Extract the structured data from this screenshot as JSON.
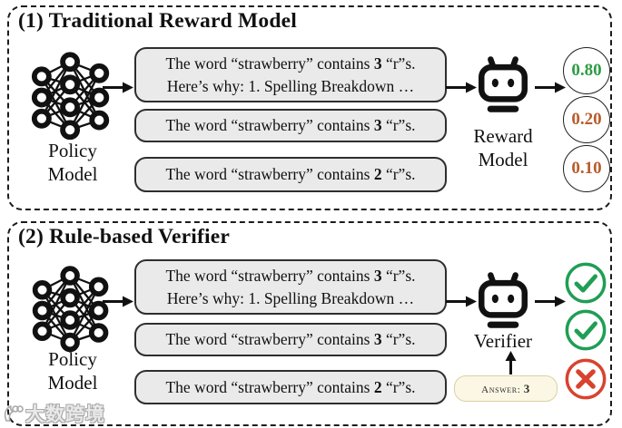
{
  "panel1": {
    "title": "(1) Traditional Reward Model",
    "policy_model": {
      "line1": "Policy",
      "line2": "Model"
    },
    "responses": [
      {
        "lines": [
          [
            {
              "t": "The word “strawberry” contains "
            },
            {
              "t": "3",
              "b": 1
            },
            {
              "t": " “r”s."
            }
          ],
          [
            {
              "t": "Here’s why: 1. Spelling Breakdown …"
            }
          ]
        ]
      },
      {
        "lines": [
          [
            {
              "t": "The word “strawberry” contains "
            },
            {
              "t": "3",
              "b": 1
            },
            {
              "t": " “r”s."
            }
          ]
        ]
      },
      {
        "lines": [
          [
            {
              "t": "The word “strawberry” contains "
            },
            {
              "t": "2",
              "b": 1
            },
            {
              "t": " “r”s."
            }
          ]
        ]
      }
    ],
    "model_label": {
      "line1": "Reward",
      "line2": "Model"
    },
    "scores": [
      {
        "value": "0.80",
        "color": "#2e9c44"
      },
      {
        "value": "0.20",
        "color": "#b85c2b"
      },
      {
        "value": "0.10",
        "color": "#b85c2b"
      }
    ]
  },
  "panel2": {
    "title": "(2) Rule-based Verifier",
    "policy_model": {
      "line1": "Policy",
      "line2": "Model"
    },
    "responses": [
      {
        "lines": [
          [
            {
              "t": "The word “strawberry” contains "
            },
            {
              "t": "3",
              "b": 1
            },
            {
              "t": " “r”s."
            }
          ],
          [
            {
              "t": "Here’s why: 1. Spelling Breakdown …"
            }
          ]
        ]
      },
      {
        "lines": [
          [
            {
              "t": "The word “strawberry” contains "
            },
            {
              "t": "3",
              "b": 1
            },
            {
              "t": " “r”s."
            }
          ]
        ]
      },
      {
        "lines": [
          [
            {
              "t": "The word “strawberry” contains "
            },
            {
              "t": "2",
              "b": 1
            },
            {
              "t": " “r”s."
            }
          ]
        ]
      }
    ],
    "model_label": {
      "line1": "Verifier"
    },
    "answer_box": {
      "segments": [
        {
          "t": "Answer: "
        },
        {
          "t": "3",
          "b": 1
        }
      ]
    },
    "results": [
      {
        "type": "check",
        "color": "#1f9e55"
      },
      {
        "type": "check",
        "color": "#1f9e55"
      },
      {
        "type": "cross",
        "color": "#d8432e"
      }
    ]
  },
  "icons": {
    "policy_model": "neural-network-icon",
    "reward_model": "robot-icon",
    "verifier": "robot-icon",
    "pass": "check-circle-icon",
    "fail": "cross-circle-icon"
  },
  "watermark": {
    "text": "大数跨境"
  }
}
